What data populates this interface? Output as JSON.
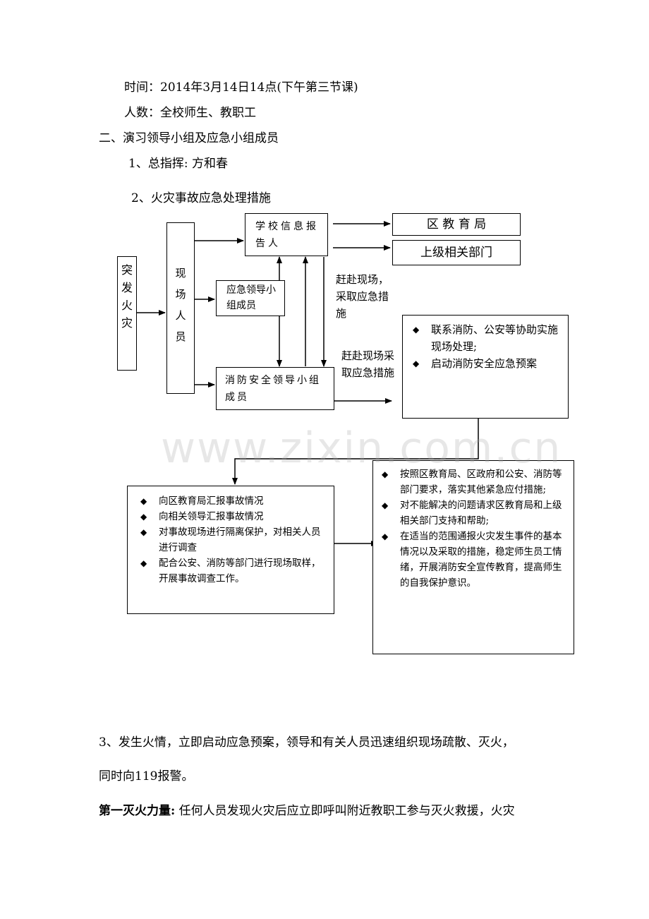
{
  "doc": {
    "time_line": "时间：2014年3月14日14点(下午第三节课)",
    "people_line": "人数：全校师生、教职工",
    "section2_title": "二、演习领导小组及应急小组成员",
    "item1": "1、总指挥: 方和春",
    "item2": "2、火灾事故应急处理措施",
    "item3_line1": "3、发生火情，立即启动应急预案，领导和有关人员迅速组织现场疏散、灭火，",
    "item3_line2": "同时向119报警。",
    "first_force_label": "第一灭火力量:",
    "first_force_text": " 任何人员发现火灾后应立即呼叫附近教职工参与灭火救援，火灾"
  },
  "flowchart": {
    "fire_box": "突发火灾",
    "staff_box": "现场人员",
    "school_report_box": "学校信息报告人",
    "district_edu_box": "区 教 育 局",
    "superior_dept_box": "上级相关部门",
    "emergency_group_box": "应急领导小组成员",
    "fire_safety_group_box": "消防安全领导小组成员",
    "label_rush_1": "赶赴现场，采取应急措施",
    "label_rush_2": "赶赴现场采取应急措施",
    "actions_right": [
      "联系消防、公安等协助实施现场处理;",
      "启动消防安全应急预案"
    ],
    "actions_report": [
      "向区教育局汇报事故情况",
      "向相关领导汇报事故情况",
      "对事故现场进行隔离保护，对相关人员进行调查",
      "配合公安、消防等部门进行现场取样，开展事故调查工作。"
    ],
    "actions_followup": [
      "按照区教育局、区政府和公安、消防等部门要求，落实其他紧急应付措施;",
      "对不能解决的问题请求区教育局和上级相关部门支持和帮助;",
      "在适当的范围通报火灾发生事件的基本情况以及采取的措施，稳定师生员工情绪，开展消防安全宣传教育，提高师生的自我保护意识。"
    ],
    "bullet_glyph": "◆"
  },
  "watermark": "www.zixin.com.cn"
}
